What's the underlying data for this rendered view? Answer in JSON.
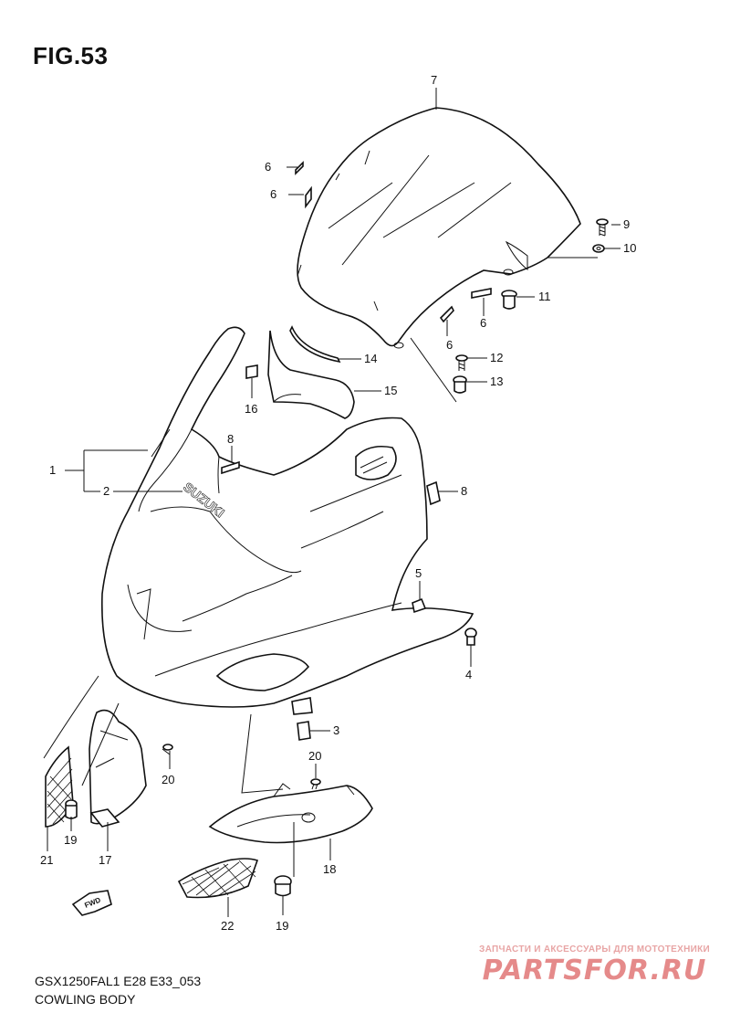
{
  "figure": {
    "title": "FIG.53"
  },
  "callouts": [
    "1",
    "2",
    "3",
    "4",
    "5",
    "6",
    "6",
    "6",
    "6",
    "7",
    "8",
    "8",
    "9",
    "10",
    "11",
    "12",
    "13",
    "14",
    "15",
    "16",
    "17",
    "18",
    "19",
    "19",
    "20",
    "20",
    "21",
    "22"
  ],
  "brand_mark": "SUZUKI",
  "fwd_label": "FWD",
  "footer": {
    "model_code": "GSX1250FAL1 E28 E33_053",
    "section_name": "COWLING BODY"
  },
  "watermark": {
    "tagline": "ЗАПЧАСТИ И АКСЕССУАРЫ ДЛЯ МОТОТЕХНИКИ",
    "site": "PARTSFOR.RU",
    "color": "#e58a8a"
  }
}
